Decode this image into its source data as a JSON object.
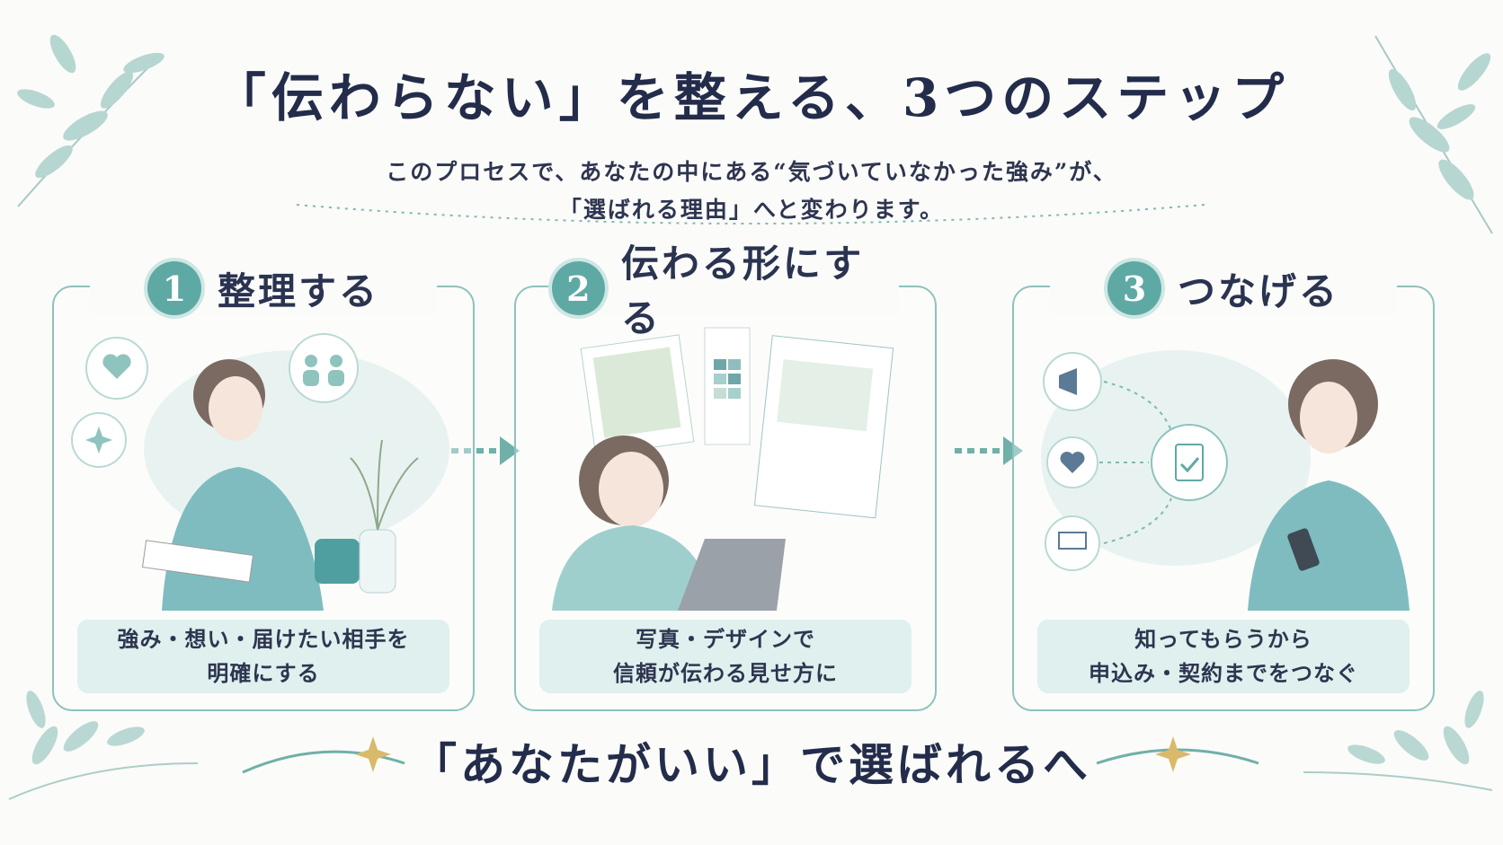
{
  "header": {
    "title": "「伝わらない」を整える、3つのステップ",
    "subtitle_line1": "このプロセスで、あなたの中にある“気づいていなかった強み”が、",
    "subtitle_line2": "「選ばれる理由」へと変わります。"
  },
  "steps": [
    {
      "number": "1",
      "title": "整理する",
      "caption_line1": "強み・想い・届けたい相手を",
      "caption_line2": "明確にする"
    },
    {
      "number": "2",
      "title": "伝わる形にする",
      "caption_line1": "写真・デザインで",
      "caption_line2": "信頼が伝わる見せ方に"
    },
    {
      "number": "3",
      "title": "つなげる",
      "caption_line1": "知ってもらうから",
      "caption_line2": "申込み・契約までをつなぐ"
    }
  ],
  "footer": {
    "tagline": "「あなたがいい」で選ばれるへ"
  },
  "colors": {
    "accent": "#5fa9a5",
    "border": "#8ec2bd",
    "caption_bg": "#dff0ee",
    "text": "#2c3553"
  },
  "icons": [
    "leaf-branch-icon",
    "heart-icon",
    "people-icon",
    "sparkle-icon",
    "megaphone-icon",
    "laptop-icon",
    "clipboard-check-icon",
    "arrow-right-icon"
  ]
}
